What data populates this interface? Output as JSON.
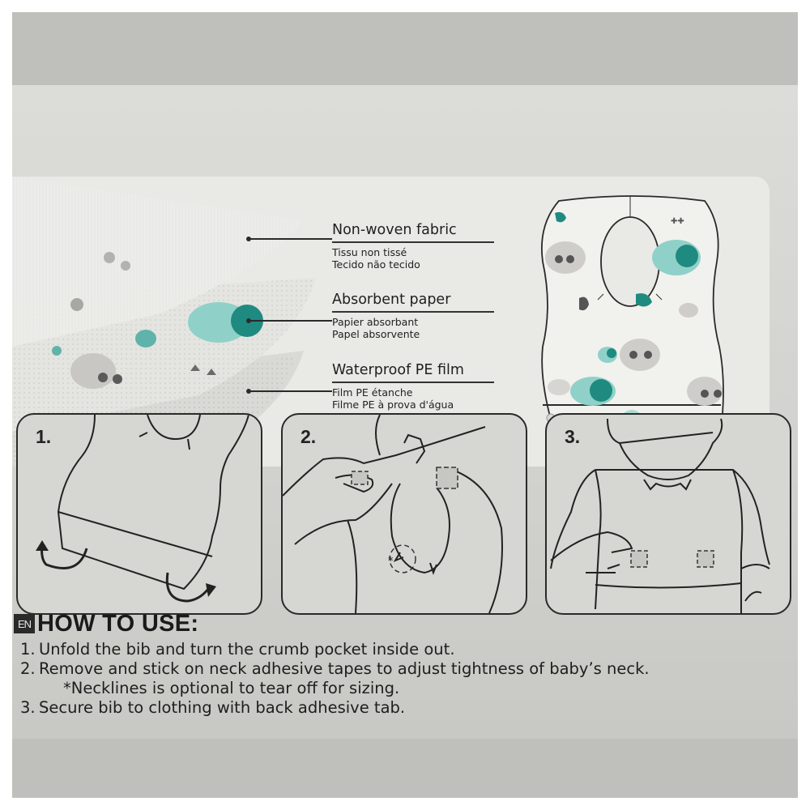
{
  "colors": {
    "teal_dark": "#1f8a80",
    "teal_light": "#8fd1c9",
    "panda_gray": "#b8b6b3",
    "line": "#2a2a2a"
  },
  "layers": [
    {
      "title": "Non-woven fabric",
      "fr": "Tissu non tissé",
      "pt": "Tecido não tecido"
    },
    {
      "title": "Absorbent paper",
      "fr": "Papier absorbant",
      "pt": "Papel absorvente"
    },
    {
      "title": "Waterproof PE film",
      "fr": "Film PE étanche",
      "pt": "Filme PE à prova d'água"
    }
  ],
  "steps": [
    {
      "number": "1.",
      "illustration": "unfold-bib-turn-pocket"
    },
    {
      "number": "2.",
      "illustration": "stick-neck-adhesive-tape"
    },
    {
      "number": "3.",
      "illustration": "secure-bib-to-clothing"
    }
  ],
  "howto": {
    "lang_badge": "EN",
    "title": "HOW TO USE:",
    "items": [
      {
        "n": "1.",
        "text": "Unfold the bib and turn the crumb pocket inside out."
      },
      {
        "n": "2.",
        "text": "Remove and stick on neck adhesive tapes to adjust tightness of baby’s neck."
      },
      {
        "n": "",
        "text": "*Necklines is optional to tear off for sizing."
      },
      {
        "n": "3.",
        "text": "Secure bib to clothing with back adhesive tab."
      }
    ]
  }
}
